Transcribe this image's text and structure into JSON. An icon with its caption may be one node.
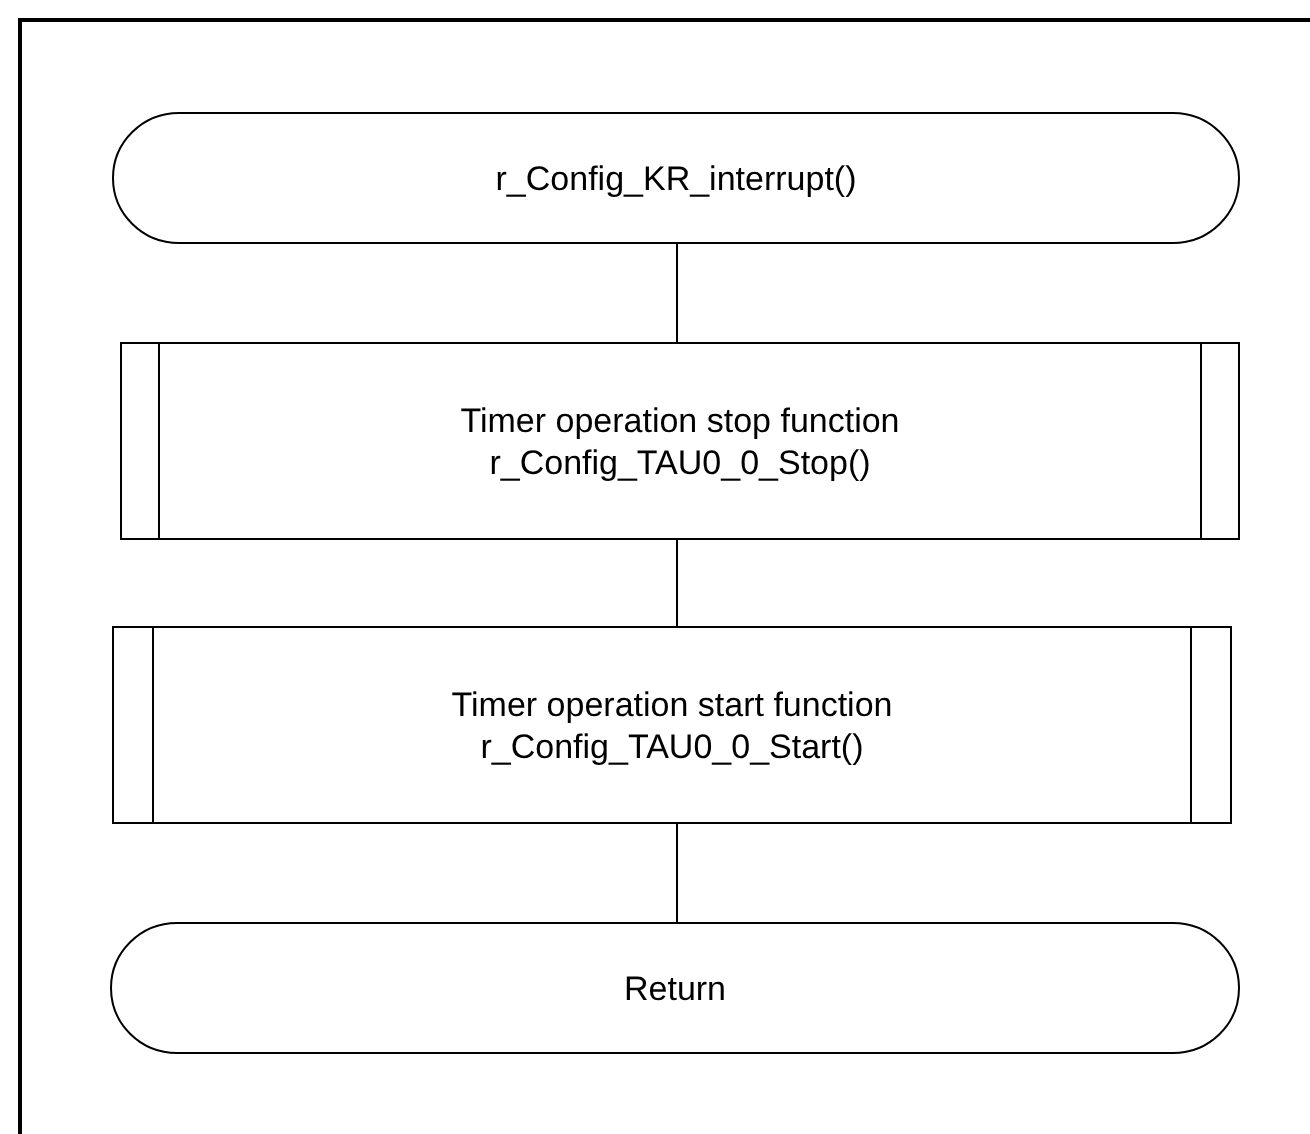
{
  "diagram": {
    "nodes": [
      {
        "text": [
          "r_Config_KR_interrupt()"
        ]
      },
      {
        "text": [
          "Timer operation stop function",
          "r_Config_TAU0_0_Stop()"
        ]
      },
      {
        "text": [
          "Timer operation start function",
          "r_Config_TAU0_0_Start()"
        ]
      },
      {
        "text": [
          "Return"
        ]
      }
    ],
    "edges": [
      {
        "from": 0,
        "to": 1,
        "arrow": "none"
      },
      {
        "from": 1,
        "to": 2,
        "arrow": "none"
      },
      {
        "from": 2,
        "to": 3,
        "arrow": "none"
      }
    ]
  }
}
